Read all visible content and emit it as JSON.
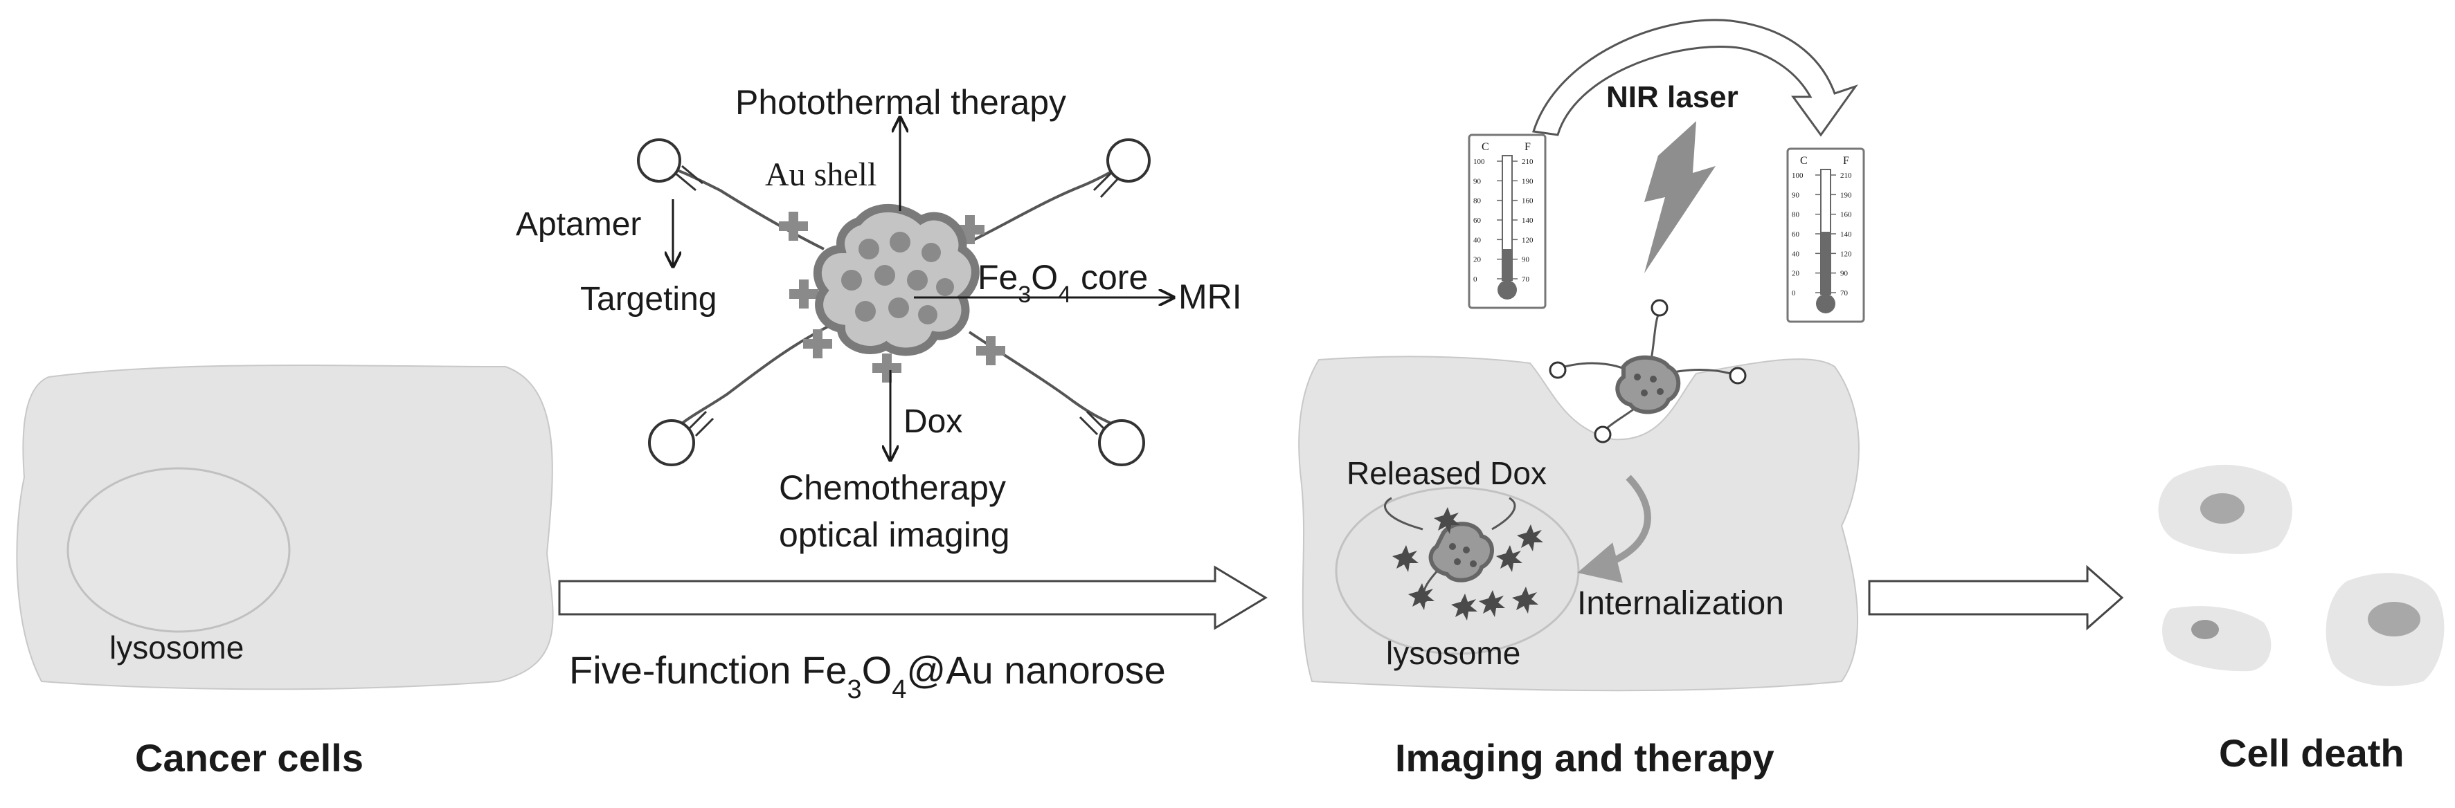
{
  "labels": {
    "photothermal": "Photothermal therapy",
    "au_shell": "Au shell",
    "aptamer": "Aptamer",
    "targeting": "Targeting",
    "core_prefix": "Fe",
    "core_sub1": "3",
    "core_mid": "O",
    "core_sub2": "4",
    "core_suffix": " core",
    "mri": "MRI",
    "dox": "Dox",
    "chemo": "Chemotherapy",
    "optical": "optical imaging",
    "nir_laser": "NIR laser",
    "released_dox": "Released Dox",
    "internalization": "Internalization",
    "lysosome_left": "lysosome",
    "lysosome_mid": "lysosome",
    "arrow_prefix": "Five-function Fe",
    "arrow_sub1": "3",
    "arrow_mid": "O",
    "arrow_sub2": "4",
    "arrow_suffix": "@Au nanorose",
    "cancer_cells": "Cancer cells",
    "imaging_therapy": "Imaging and therapy",
    "cell_death": "Cell death"
  },
  "thermometers": {
    "scale_c_label": "C",
    "scale_f_label": "F",
    "c_ticks": [
      "100",
      "90",
      "80",
      "60",
      "40",
      "20",
      "0"
    ],
    "f_ticks": [
      "210",
      "190",
      "160",
      "140",
      "120",
      "90",
      "70"
    ],
    "fill_low": 0.25,
    "fill_high": 0.5
  },
  "colors": {
    "cell_fill": "#e4e4e4",
    "outline": "#b8b8b8",
    "dark": "#3c3c3c",
    "mid": "#8a8a8a"
  }
}
